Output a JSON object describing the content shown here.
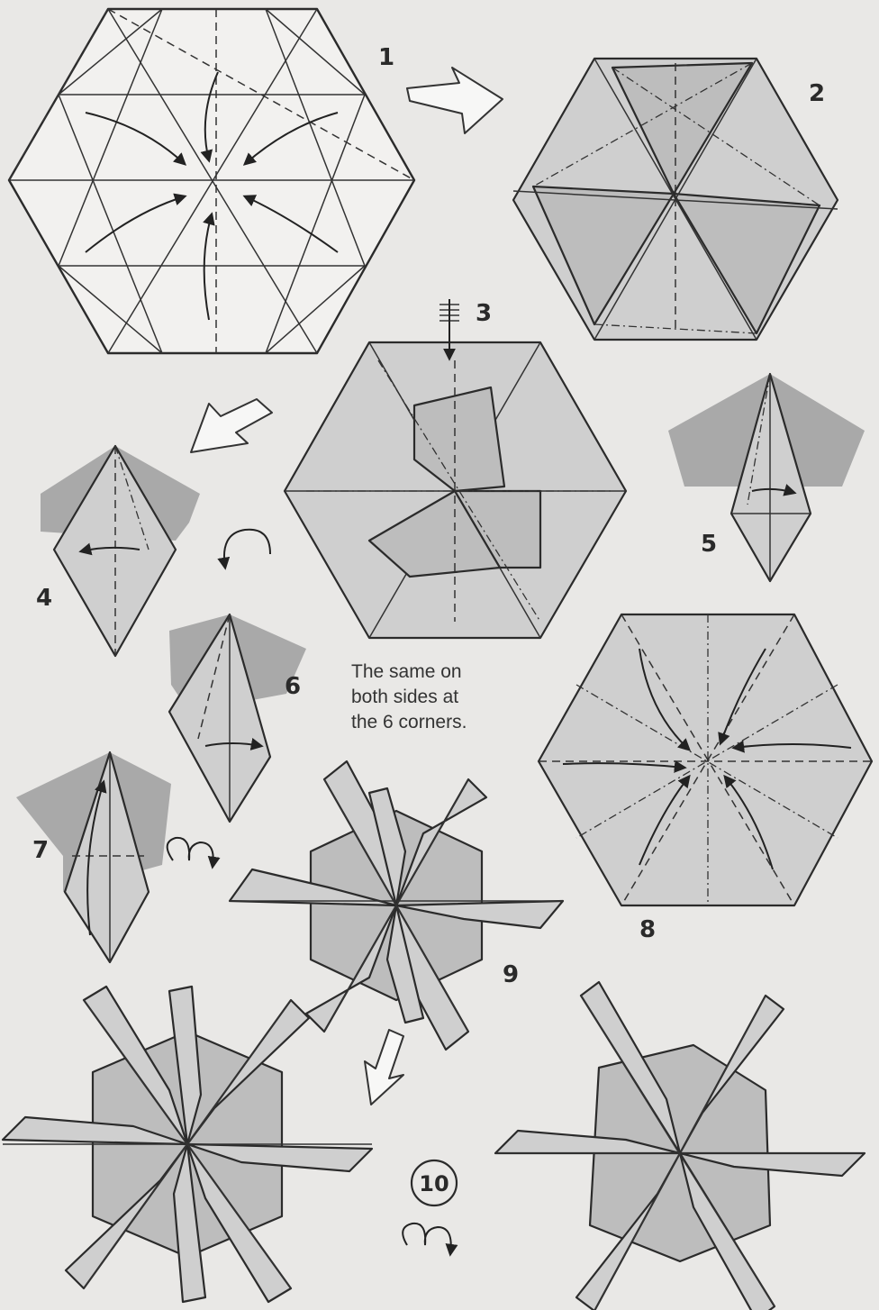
{
  "steps": [
    {
      "label": "1"
    },
    {
      "label": "2"
    },
    {
      "label": "3"
    },
    {
      "label": "4"
    },
    {
      "label": "5"
    },
    {
      "label": "6"
    },
    {
      "label": "7"
    },
    {
      "label": "8"
    },
    {
      "label": "9"
    },
    {
      "label": "10"
    }
  ],
  "note": {
    "line1": "The same on",
    "line2": "both sides at",
    "line3": "the 6 corners."
  },
  "colors": {
    "background": "#e9e8e6",
    "paper": "#cfcfcf",
    "line": "#2b2b2b"
  }
}
